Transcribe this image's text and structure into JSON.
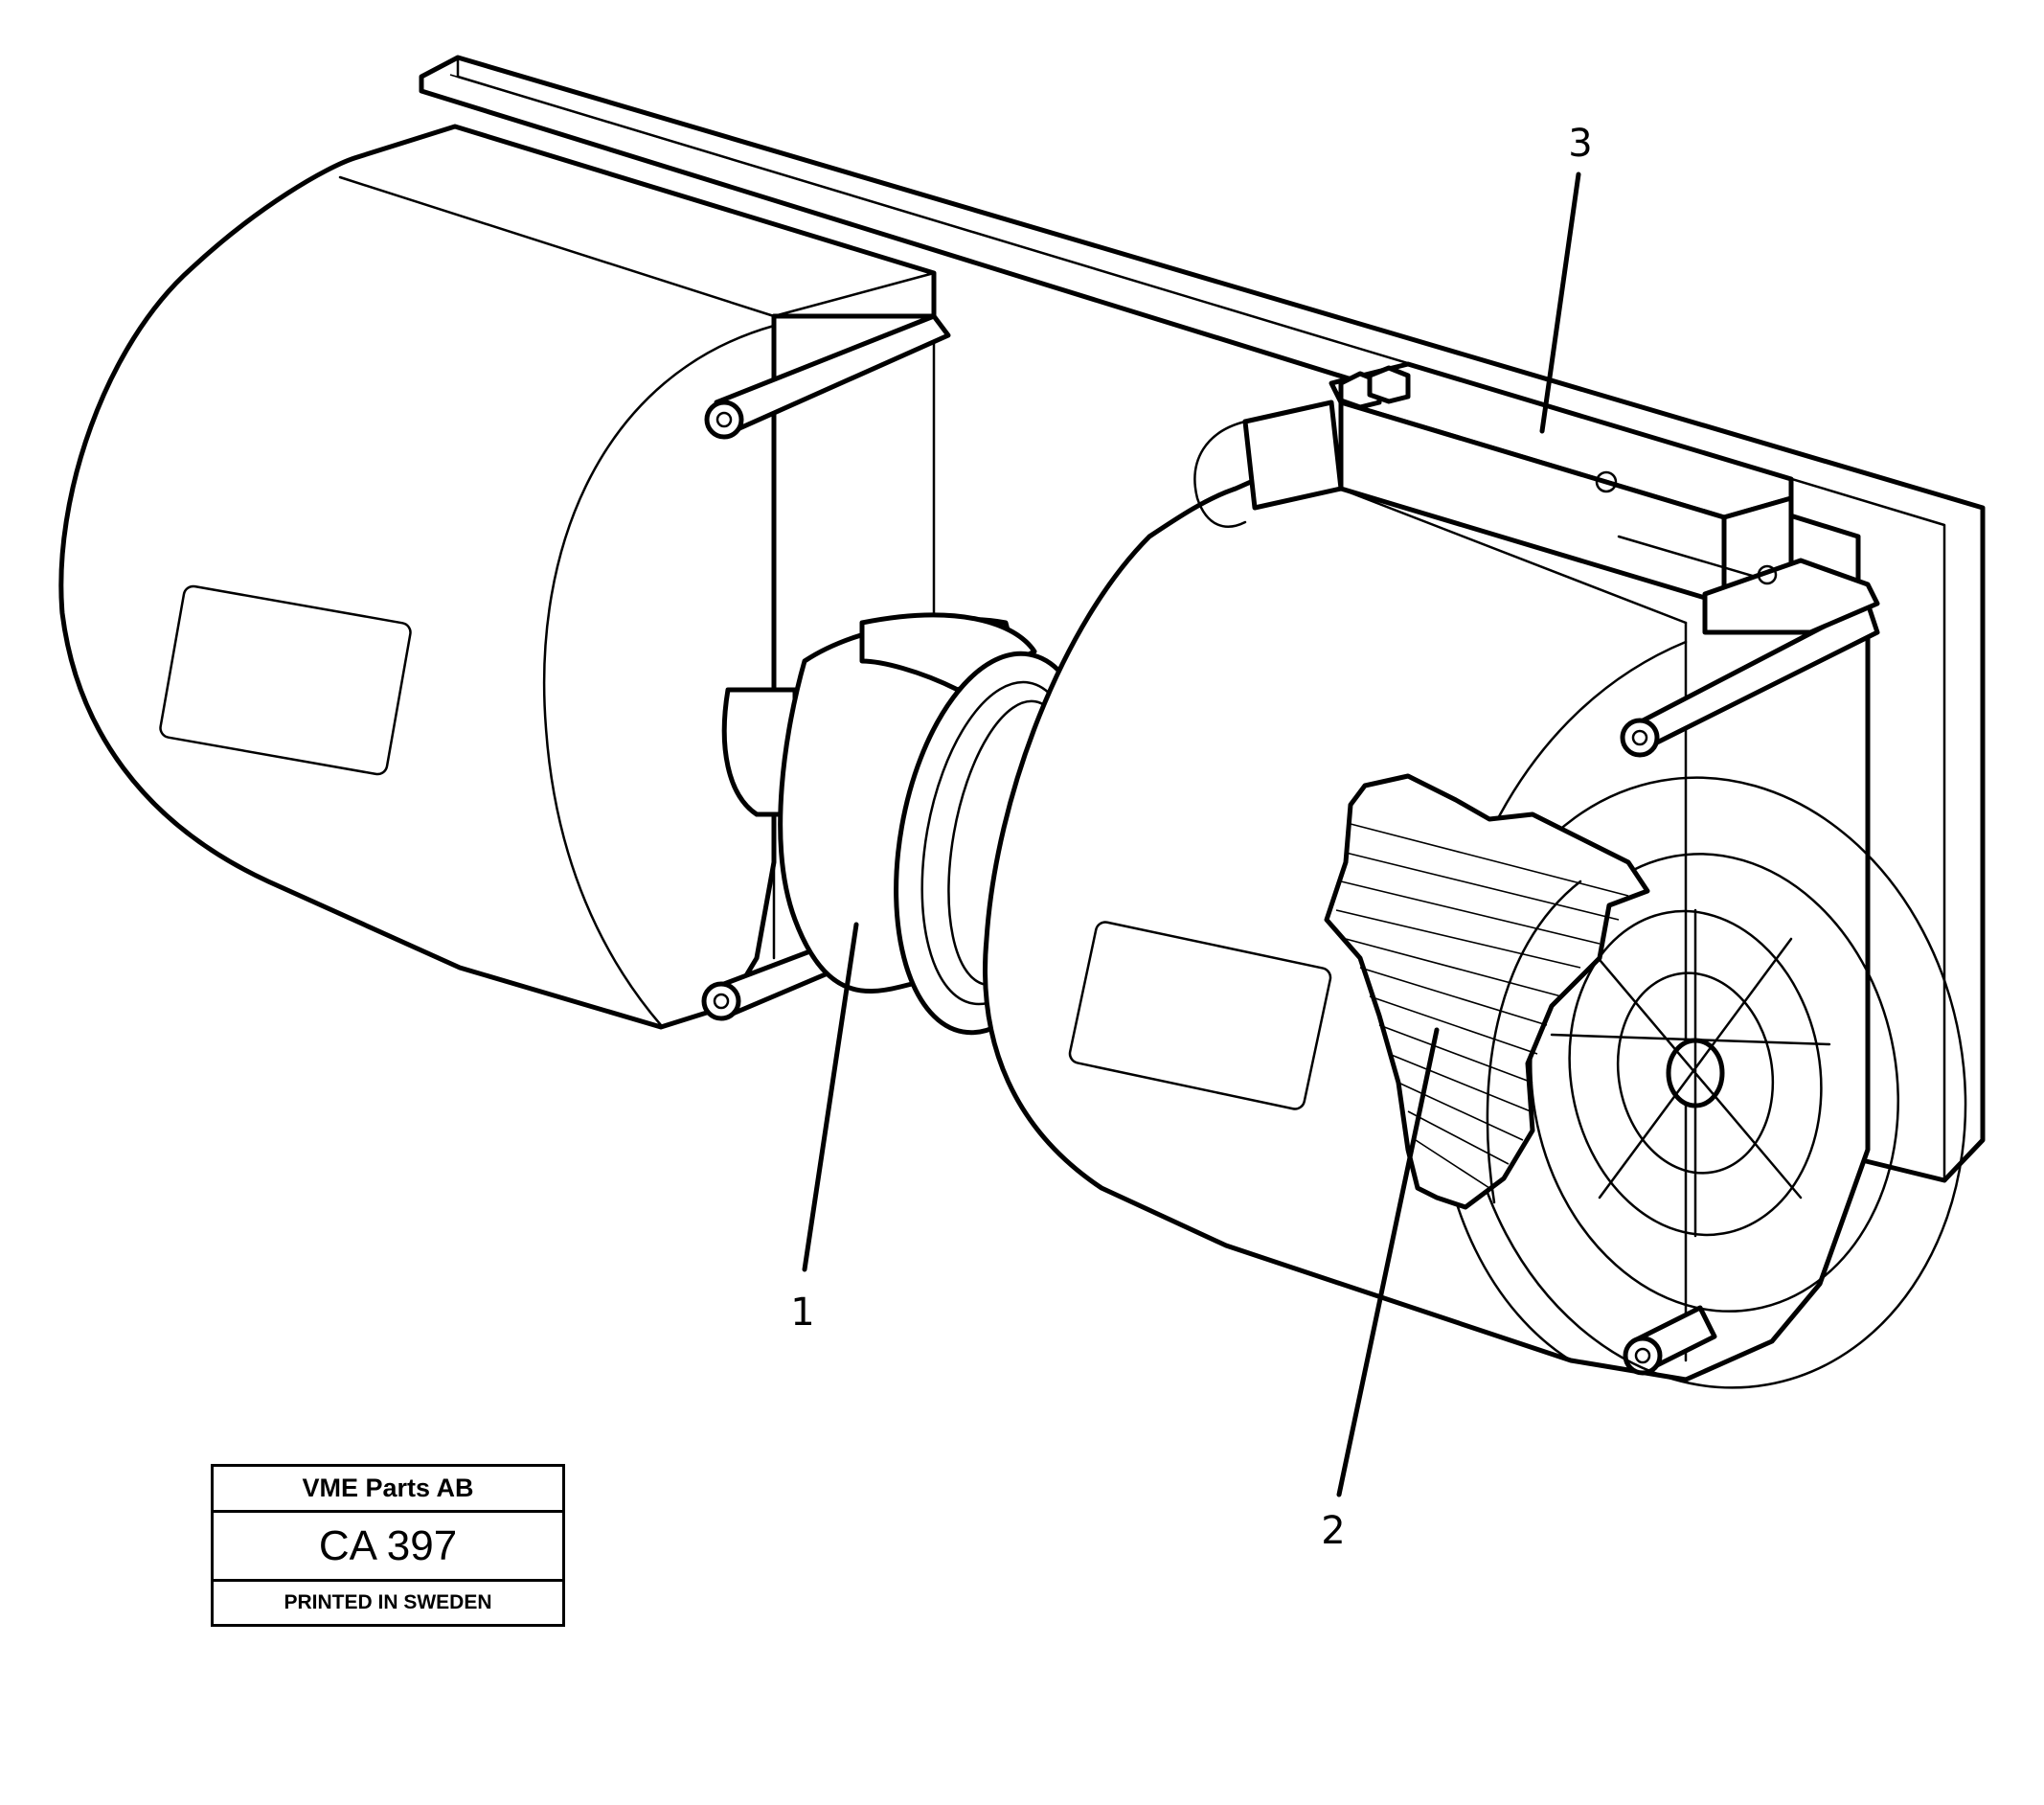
{
  "diagram": {
    "callouts": [
      {
        "id": "1",
        "label": "1"
      },
      {
        "id": "2",
        "label": "2"
      },
      {
        "id": "3",
        "label": "3"
      }
    ],
    "title_block": {
      "company": "VME Parts AB",
      "drawing_number": "CA 397",
      "footer": "PRINTED IN SWEDEN"
    }
  }
}
